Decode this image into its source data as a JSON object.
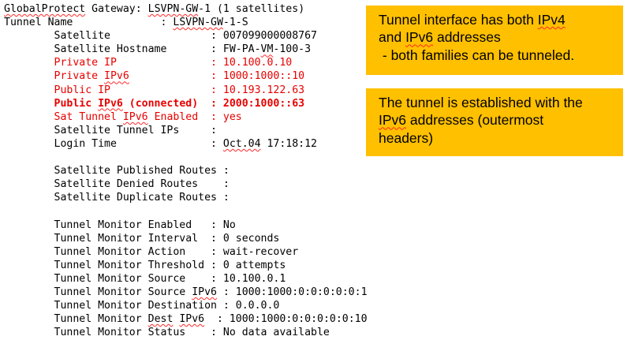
{
  "colors": {
    "callout_bg": "#ffc000",
    "red_text": "#e80000",
    "squiggle": "#ff2a2a",
    "text": "#000000",
    "background": "#ffffff"
  },
  "terminal": {
    "lines": [
      {
        "name": "gateway-line",
        "segments": [
          {
            "t": "GlobalProtect",
            "sq": true
          },
          {
            "t": " Gateway: "
          },
          {
            "t": "LSVPN-GW",
            "sq": true
          },
          {
            "t": "-1 (1 satellites)"
          }
        ]
      },
      {
        "name": "tunnel-name-line",
        "segments": [
          {
            "t": "Tunnel Name              : "
          },
          {
            "t": "LSVPN-GW",
            "sq": true
          },
          {
            "t": "-1-S"
          }
        ]
      },
      {
        "name": "satellite-line",
        "segments": [
          {
            "t": "        Satellite                : 007099000008767"
          }
        ]
      },
      {
        "name": "satellite-hostname-line",
        "segments": [
          {
            "t": "        Satellite Hostname       : FW-PA-"
          },
          {
            "t": "VM",
            "sq": true
          },
          {
            "t": "-100-3"
          }
        ]
      },
      {
        "name": "private-ip-line",
        "color": "red",
        "segments": [
          {
            "t": "        Private IP               : 10.100.0.10"
          }
        ]
      },
      {
        "name": "private-ipv6-line",
        "color": "red",
        "segments": [
          {
            "t": "        Private "
          },
          {
            "t": "IPv6",
            "sq": true
          },
          {
            "t": "             : 1000:1000::10"
          }
        ]
      },
      {
        "name": "public-ip-line",
        "color": "red",
        "segments": [
          {
            "t": "        Public IP                : 10.193.122.63"
          }
        ]
      },
      {
        "name": "public-ipv6-line",
        "color": "red",
        "bold": true,
        "segments": [
          {
            "t": "        Public "
          },
          {
            "t": "IPv6",
            "sq": true
          },
          {
            "t": " (connected)  : 2000:1000::63"
          }
        ]
      },
      {
        "name": "sat-tunnel-ipv6-line",
        "color": "red",
        "segments": [
          {
            "t": "        Sat Tunnel "
          },
          {
            "t": "IPv6",
            "sq": true
          },
          {
            "t": " Enabled  : yes"
          }
        ]
      },
      {
        "name": "satellite-tunnel-ips-line",
        "segments": [
          {
            "t": "        Satellite Tunnel IPs     :"
          }
        ]
      },
      {
        "name": "login-time-line",
        "segments": [
          {
            "t": "        Login Time               : "
          },
          {
            "t": "Oct.04",
            "sq": true
          },
          {
            "t": " 17:18:12"
          }
        ]
      },
      {
        "name": "blank-line",
        "segments": []
      },
      {
        "name": "published-routes-line",
        "segments": [
          {
            "t": "        Satellite Published Routes :"
          }
        ]
      },
      {
        "name": "denied-routes-line",
        "segments": [
          {
            "t": "        Satellite Denied Routes    :"
          }
        ]
      },
      {
        "name": "duplicate-routes-line",
        "segments": [
          {
            "t": "        Satellite Duplicate Routes :"
          }
        ]
      },
      {
        "name": "blank-line",
        "segments": []
      },
      {
        "name": "monitor-enabled-line",
        "segments": [
          {
            "t": "        Tunnel Monitor Enabled   : No"
          }
        ]
      },
      {
        "name": "monitor-interval-line",
        "segments": [
          {
            "t": "        Tunnel Monitor Interval  : 0 seconds"
          }
        ]
      },
      {
        "name": "monitor-action-line",
        "segments": [
          {
            "t": "        Tunnel Monitor Action    : wait-recover"
          }
        ]
      },
      {
        "name": "monitor-threshold-line",
        "segments": [
          {
            "t": "        Tunnel Monitor Threshold : 0 attempts"
          }
        ]
      },
      {
        "name": "monitor-source-line",
        "segments": [
          {
            "t": "        Tunnel Monitor Source    : 10.100.0.1"
          }
        ]
      },
      {
        "name": "monitor-source-ipv6-line",
        "segments": [
          {
            "t": "        Tunnel Monitor Source "
          },
          {
            "t": "IPv6",
            "sq": true
          },
          {
            "t": " : 1000:1000:0:0:0:0:0:1"
          }
        ]
      },
      {
        "name": "monitor-destination-line",
        "segments": [
          {
            "t": "        Tunnel Monitor Destination : 0.0.0.0"
          }
        ]
      },
      {
        "name": "monitor-dest-ipv6-line",
        "segments": [
          {
            "t": "        Tunnel Monitor "
          },
          {
            "t": "Dest",
            "sq": true
          },
          {
            "t": " "
          },
          {
            "t": "IPv6",
            "sq": true
          },
          {
            "t": "  : 1000:1000:0:0:0:0:0:10"
          }
        ]
      },
      {
        "name": "monitor-status-line",
        "segments": [
          {
            "t": "        Tunnel Monitor Status    : No data available"
          }
        ]
      }
    ]
  },
  "callouts": [
    {
      "name": "callout-tunnel-interface",
      "lines": [
        {
          "segments": [
            {
              "t": "Tunnel interface has both "
            },
            {
              "t": "IPv4",
              "sq": true
            }
          ]
        },
        {
          "segments": [
            {
              "t": "and "
            },
            {
              "t": "IPv6",
              "sq": true
            },
            {
              "t": " addresses"
            }
          ]
        },
        {
          "segments": [
            {
              "t": " - both families can be tunneled."
            }
          ]
        }
      ]
    },
    {
      "name": "callout-tunnel-established",
      "lines": [
        {
          "segments": [
            {
              "t": "The tunnel is established with the"
            }
          ]
        },
        {
          "segments": [
            {
              "t": "IPv6",
              "sq": true
            },
            {
              "t": " addresses (outermost"
            }
          ]
        },
        {
          "segments": [
            {
              "t": "headers)"
            }
          ]
        }
      ]
    }
  ]
}
